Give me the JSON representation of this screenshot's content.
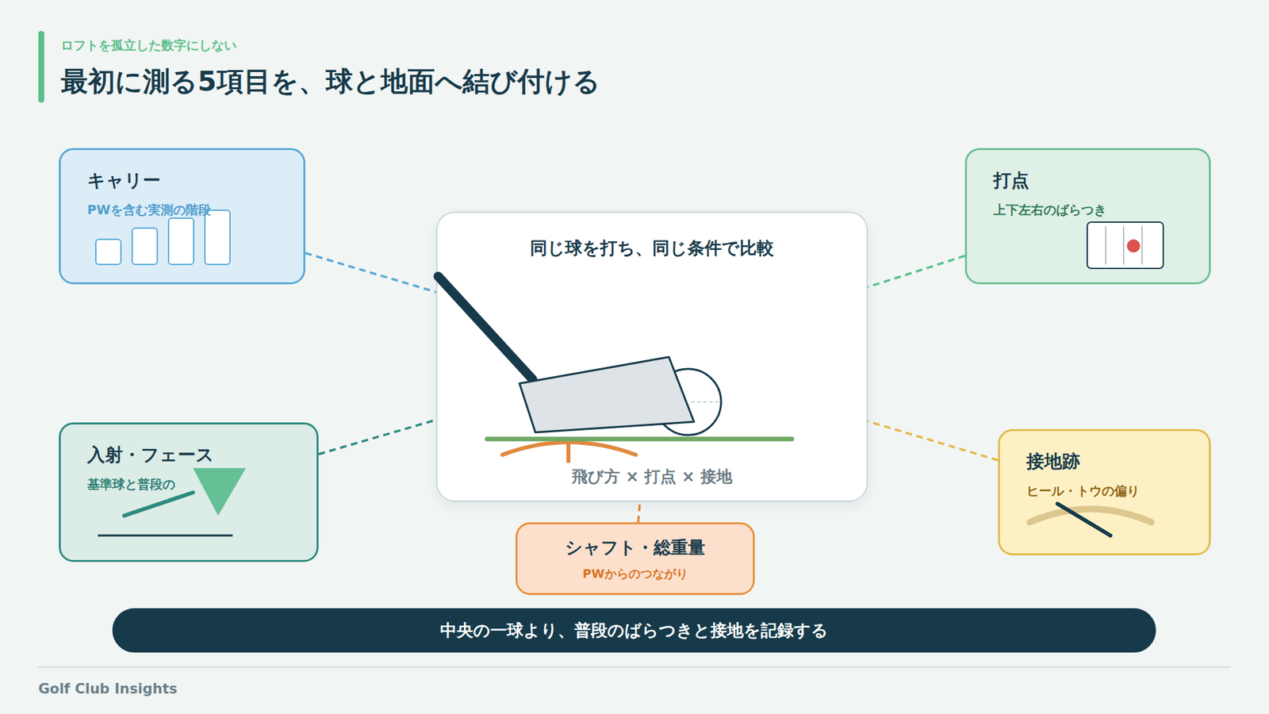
{
  "diagram": {
    "title": "最初に測る5項目を、球と地面へ結び付ける",
    "nodes": [
      {
        "text": [
          "キャリー",
          "PWを含む実測の階段"
        ]
      },
      {
        "text": [
          "打点",
          "上下左右のばらつき"
        ]
      },
      {
        "text": [
          "同じ球を打ち、同じ条件で比較",
          "飛び方 × 打点 × 接地"
        ]
      },
      {
        "text": [
          "入射・フェース",
          "基準球と普段の"
        ]
      },
      {
        "text": [
          "接地跡",
          "ヒール・トウの偏り"
        ]
      },
      {
        "text": [
          "シャフト・総重量",
          "PWからのつながり"
        ]
      },
      {
        "text": [
          "中央の一球より、普段のばらつきと接地を記録する"
        ]
      }
    ],
    "edges": [
      {
        "from": 0,
        "to": 2,
        "arrow": "none"
      },
      {
        "from": 1,
        "to": 2,
        "arrow": "none"
      },
      {
        "from": 3,
        "to": 2,
        "arrow": "none"
      },
      {
        "from": 4,
        "to": 2,
        "arrow": "none"
      },
      {
        "from": 5,
        "to": 2,
        "arrow": "none"
      }
    ],
    "labels": [
      "ロフトを孤立した数字にしない",
      "Golf Club Insights"
    ]
  }
}
